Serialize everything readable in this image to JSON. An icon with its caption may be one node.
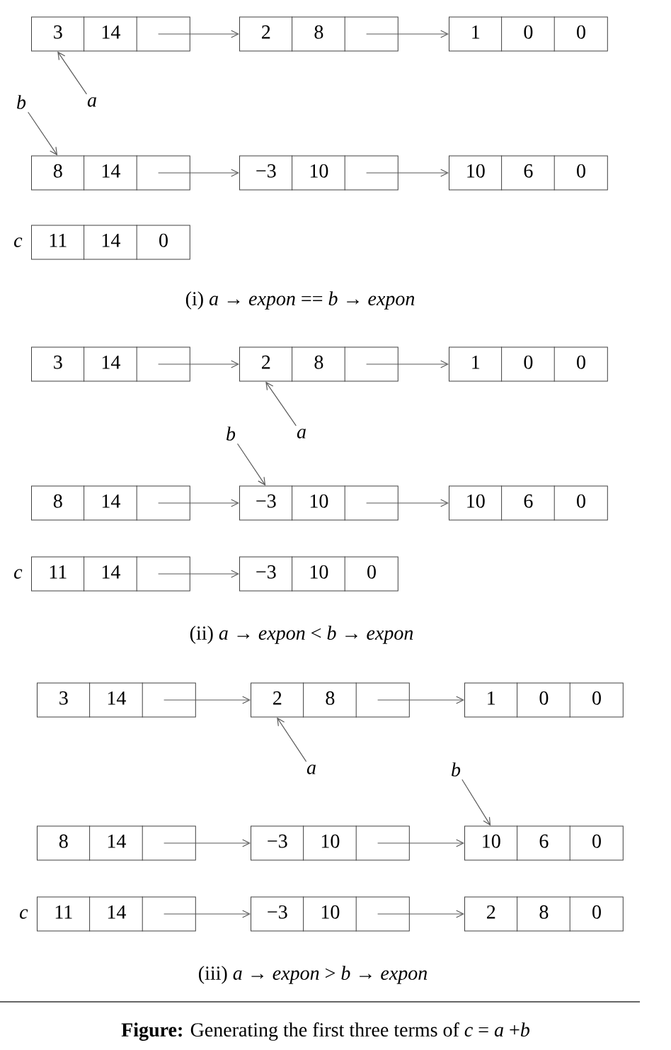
{
  "diagram": {
    "caption": "**Figure:** Generating the first three terms of *c* = *a* +*b*",
    "nodes": [
      {
        "text": [
          "3",
          "14"
        ]
      },
      {
        "text": [
          "2",
          "8"
        ]
      },
      {
        "text": [
          "1",
          "0",
          "0"
        ]
      },
      {
        "text": [
          "b"
        ]
      },
      {
        "text": [
          "a"
        ]
      },
      {
        "text": [
          "8",
          "14"
        ]
      },
      {
        "text": [
          "−3",
          "10"
        ]
      },
      {
        "text": [
          "10",
          "6",
          "0"
        ]
      },
      {
        "text": [
          "11",
          "14",
          "0"
        ],
        "beside": [
          "c"
        ]
      },
      {
        "text": [
          "3",
          "14"
        ]
      },
      {
        "text": [
          "2",
          "8"
        ]
      },
      {
        "text": [
          "1",
          "0",
          "0"
        ]
      },
      {
        "text": [
          "b"
        ]
      },
      {
        "text": [
          "a"
        ]
      },
      {
        "text": [
          "8",
          "14"
        ]
      },
      {
        "text": [
          "−3",
          "10"
        ]
      },
      {
        "text": [
          "10",
          "6",
          "0"
        ]
      },
      {
        "text": [
          "11",
          "14"
        ],
        "beside": [
          "c"
        ]
      },
      {
        "text": [
          "−3",
          "10",
          "0"
        ]
      },
      {
        "text": [
          "3",
          "14"
        ]
      },
      {
        "text": [
          "2",
          "8"
        ]
      },
      {
        "text": [
          "1",
          "0",
          "0"
        ]
      },
      {
        "text": [
          "a"
        ]
      },
      {
        "text": [
          "b"
        ]
      },
      {
        "text": [
          "8",
          "14"
        ]
      },
      {
        "text": [
          "−3",
          "10"
        ]
      },
      {
        "text": [
          "10",
          "6",
          "0"
        ]
      },
      {
        "text": [
          "11",
          "14"
        ],
        "beside": [
          "c"
        ]
      },
      {
        "text": [
          "−3",
          "10"
        ]
      },
      {
        "text": [
          "2",
          "8",
          "0"
        ]
      }
    ],
    "edges": [
      {
        "from": 0,
        "to": 1,
        "arrow": "to"
      },
      {
        "from": 1,
        "to": 2,
        "arrow": "to"
      },
      {
        "from": 4,
        "to": 0,
        "arrow": "to"
      },
      {
        "from": 3,
        "to": 5,
        "arrow": "to"
      },
      {
        "from": 5,
        "to": 6,
        "arrow": "to"
      },
      {
        "from": 6,
        "to": 7,
        "arrow": "to"
      },
      {
        "from": 9,
        "to": 10,
        "arrow": "to"
      },
      {
        "from": 10,
        "to": 11,
        "arrow": "to"
      },
      {
        "from": 13,
        "to": 10,
        "arrow": "to"
      },
      {
        "from": 12,
        "to": 15,
        "arrow": "to"
      },
      {
        "from": 14,
        "to": 15,
        "arrow": "to"
      },
      {
        "from": 15,
        "to": 16,
        "arrow": "to"
      },
      {
        "from": 17,
        "to": 18,
        "arrow": "to"
      },
      {
        "from": 19,
        "to": 20,
        "arrow": "to"
      },
      {
        "from": 20,
        "to": 21,
        "arrow": "to"
      },
      {
        "from": 22,
        "to": 20,
        "arrow": "to"
      },
      {
        "from": 23,
        "to": 26,
        "arrow": "to"
      },
      {
        "from": 24,
        "to": 25,
        "arrow": "to"
      },
      {
        "from": 25,
        "to": 26,
        "arrow": "to"
      },
      {
        "from": 27,
        "to": 28,
        "arrow": "to"
      },
      {
        "from": 28,
        "to": 29,
        "arrow": "to"
      }
    ],
    "labels": [
      "(i) *a* → *expon* == *b* → *expon*",
      "(ii) *a* → *expon* < *b* → *expon*",
      "(iii) *a* → *expon* > *b* → *expon*"
    ]
  }
}
